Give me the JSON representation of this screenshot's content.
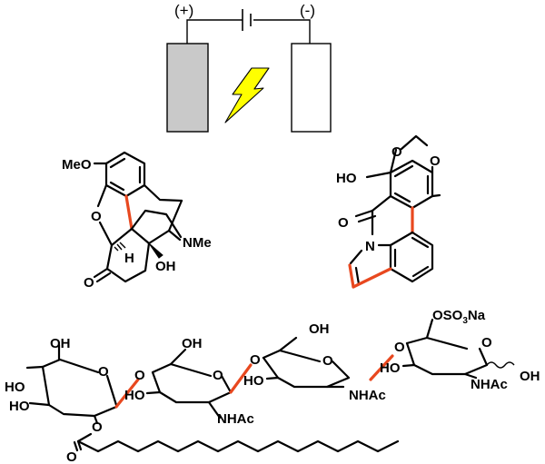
{
  "cell": {
    "anode_label": "(+)",
    "cathode_label": "(-)",
    "anode_color": "#c9c9c9",
    "cathode_color": "#ffffff",
    "bolt_color": "#ffff00",
    "bolt_icon": "lightning-bolt-icon"
  },
  "morphinan": {
    "ome_label": "MeO",
    "ring_o_label": "O",
    "ketone_o_label": "O",
    "h_label": "H",
    "oh_label": "OH",
    "nme_label": "NMe"
  },
  "alkaloid": {
    "oh_label": "HO",
    "dioxole_o1_label": "O",
    "dioxole_o2_label": "O",
    "carbonyl_o_label": "O",
    "n_label": "N"
  },
  "oligosaccharide": {
    "r1_oh_top": "OH",
    "r1_ho_left": "HO",
    "r1_ho_bottom": "HO",
    "r1_o_ring": "O",
    "r1_o_ester": "O",
    "r1_o_carbonyl": "O",
    "r2_o_link": "O",
    "r2_oh_top": "OH",
    "r2_ho": "HO",
    "r2_o_ring": "O",
    "r2_nhac": "NHAc",
    "r3_o_link": "O",
    "r3_oh_top": "OH",
    "r3_ho": "HO",
    "r3_o_ring": "O",
    "r3_nhac": "NHAc",
    "r4_o_link": "O",
    "r4_oso3na_pre": "OSO",
    "r4_oso3na_sub": "3",
    "r4_oso3na_post": "Na",
    "r4_ho": "HO",
    "r4_o_ring": "O",
    "r4_nhac": "NHAc",
    "r4_oh_anomeric": "OH"
  },
  "colors": {
    "highlight_bond": "#e8481f",
    "bond": "#000000"
  }
}
